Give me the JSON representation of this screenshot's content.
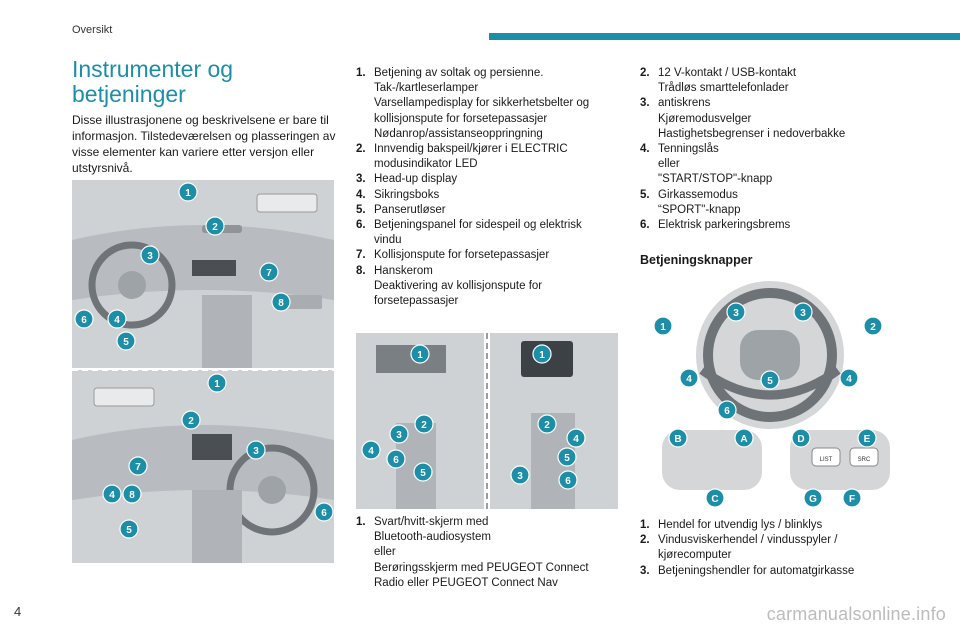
{
  "header": {
    "section": "Oversikt",
    "page_number": "4"
  },
  "title": "Instrumenter og betjeninger",
  "intro": "Disse illustrasjonene og beskrivelsene er bare til informasjon. Tilstedeværelsen og plasseringen av visse elementer kan variere etter versjon eller utstyrsnivå.",
  "list_a": [
    {
      "num": "1.",
      "lines": [
        "Betjening av soltak og persienne.",
        "Tak-/kartleserlamper",
        "Varsellampedisplay for sikkerhetsbelter og",
        "kollisjonspute for forsetepassasjer",
        "Nødanrop/assistanseoppringning"
      ]
    },
    {
      "num": "2.",
      "lines": [
        "Innvendig bakspeil/kjører i ELECTRIC",
        "modusindikator LED"
      ]
    },
    {
      "num": "3.",
      "lines": [
        "Head-up display"
      ]
    },
    {
      "num": "4.",
      "lines": [
        "Sikringsboks"
      ]
    },
    {
      "num": "5.",
      "lines": [
        "Panserutløser"
      ]
    },
    {
      "num": "6.",
      "lines": [
        "Betjeningspanel for sidespeil og elektrisk",
        "vindu"
      ]
    },
    {
      "num": "7.",
      "lines": [
        "Kollisjonspute for forsetepassasjer"
      ]
    },
    {
      "num": "8.",
      "lines": [
        "Hanskerom",
        "Deaktivering av kollisjonspute for",
        "forsetepassasjer"
      ]
    }
  ],
  "list_b": [
    {
      "num": "1.",
      "lines": [
        "Svart/hvitt-skjerm med",
        "Bluetooth-audiosystem",
        "eller",
        "Berøringsskjerm med PEUGEOT Connect",
        "Radio eller PEUGEOT Connect Nav"
      ]
    }
  ],
  "list_c": [
    {
      "num": "2.",
      "lines": [
        "12 V-kontakt / USB-kontakt",
        "Trådløs smarttelefonlader"
      ]
    },
    {
      "num": "3.",
      "lines": [
        "antiskrens",
        "Kjøremodusvelger",
        "Hastighetsbegrenser i nedoverbakke"
      ]
    },
    {
      "num": "4.",
      "lines": [
        "Tenningslås",
        "eller",
        "\"START/STOP\"-knapp"
      ]
    },
    {
      "num": "5.",
      "lines": [
        "Girkassemodus",
        "“SPORT\"-knapp"
      ]
    },
    {
      "num": "6.",
      "lines": [
        "Elektrisk parkeringsbrems"
      ]
    }
  ],
  "subheading": "Betjeningsknapper",
  "list_d": [
    {
      "num": "1.",
      "lines": [
        "Hendel for utvendig lys / blinklys"
      ]
    },
    {
      "num": "2.",
      "lines": [
        "Vindusviskerhendel / vindusspyler /",
        "kjørecomputer"
      ]
    },
    {
      "num": "3.",
      "lines": [
        "Betjeningshendler for automatgirkasse"
      ]
    }
  ],
  "figures": {
    "dash_top_badges": [
      "1",
      "2",
      "3",
      "7",
      "8",
      "6",
      "4",
      "5"
    ],
    "dash_bottom_badges": [
      "1",
      "2",
      "3",
      "7",
      "4",
      "8",
      "6",
      "5"
    ],
    "console_left_badges": [
      "1",
      "2",
      "3",
      "4",
      "6",
      "5"
    ],
    "console_right_badges": [
      "1",
      "2",
      "4",
      "5",
      "3",
      "6"
    ],
    "wheel_badges": [
      "1",
      "3",
      "3",
      "2",
      "4",
      "5",
      "4",
      "6"
    ],
    "switch_left_badges": [
      "B",
      "A",
      "C"
    ],
    "switch_right_badges": [
      "D",
      "E",
      "G",
      "F"
    ],
    "switch_labels": {
      "list": "LIST",
      "src": "SRC"
    }
  },
  "colors": {
    "accent": "#1d8ea7"
  },
  "footer": "carmanualsonline.info"
}
